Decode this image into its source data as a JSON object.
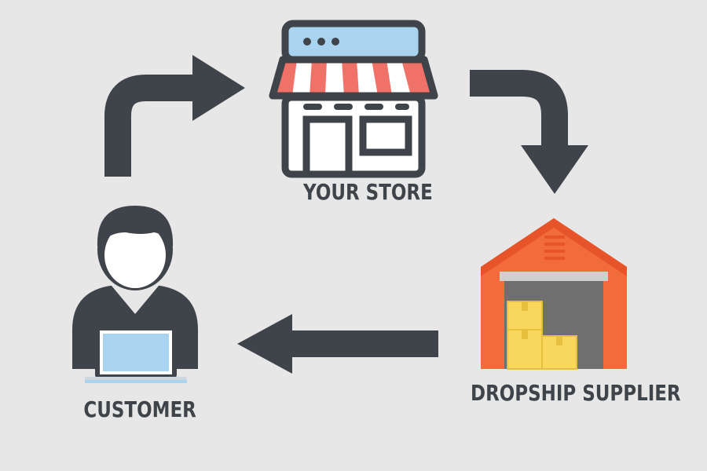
{
  "nodes": {
    "store": {
      "label": "YOUR STORE"
    },
    "supplier": {
      "label": "DROPSHIP SUPPLIER"
    },
    "customer": {
      "label": "CUSTOMER"
    }
  },
  "colors": {
    "background": "#e7e7e7",
    "dark": "#3f444a",
    "store_awning_red": "#f07168",
    "store_sign_blue": "#a9d3ee",
    "store_body": "#ffffff",
    "warehouse_orange": "#f26b3a",
    "warehouse_roof": "#e8542a",
    "door_gray": "#6f6f6f",
    "box_yellow": "#f9d75c",
    "laptop_blue": "#a9d3ee"
  },
  "icons": [
    "store-icon",
    "warehouse-icon",
    "customer-icon"
  ]
}
